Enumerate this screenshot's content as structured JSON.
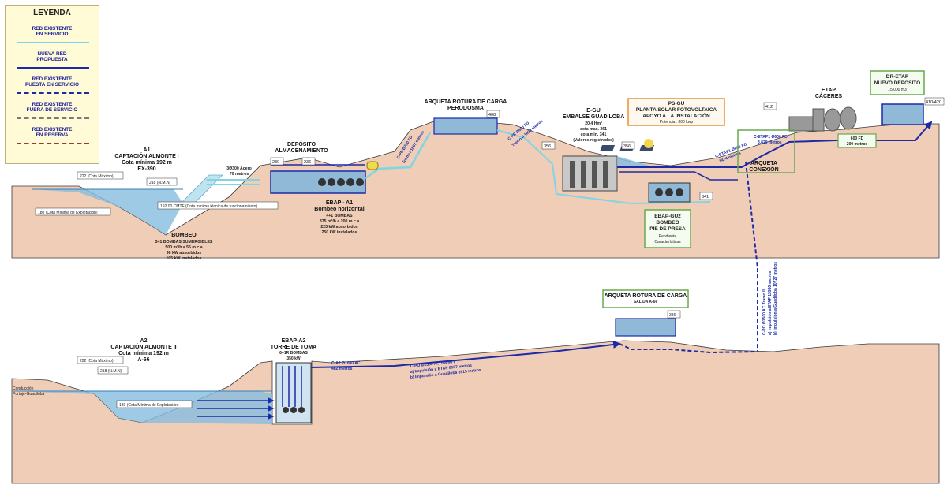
{
  "legend": {
    "title": "LEYENDA",
    "items": [
      {
        "label1": "RED EXISTENTE",
        "label2": "EN SERVICIO",
        "color": "#7fd4e6",
        "style": "solid"
      },
      {
        "label1": "NUEVA RED",
        "label2": "PROPUESTA",
        "color": "#1c2aa8",
        "style": "solid"
      },
      {
        "label1": "RED EXISTENTE",
        "label2": "PUESTA EN SERVICIO",
        "color": "#1c2aa8",
        "style": "dashed"
      },
      {
        "label1": "RED EXISTENTE",
        "label2": "FUERA DE SERVICIO",
        "color": "#7a7a7a",
        "style": "dashed"
      },
      {
        "label1": "RED EXISTENTE",
        "label2": "EN RESERVA",
        "color": "#9b3a2a",
        "style": "dashed"
      }
    ]
  },
  "colors": {
    "terrain": "#f0cdb6",
    "water": "#86bde0",
    "existing": "#7fd4e6",
    "proposed": "#1c2aa8",
    "box_green": "#6aa84f",
    "box_orange": "#e69138"
  },
  "top": {
    "a1": {
      "l1": "A1",
      "l2": "CAPTACIÓN ALMONTE I",
      "l3": "Cota mínima 192 m",
      "l4": "EX-390"
    },
    "cota_max": "222 (Cota Máximo)",
    "nmn": "218 (N.M.N)",
    "cota_min": "180 (Cota Mínima de Explotación)",
    "cmtf": "192.00 CMTF (Cota mínima técnica de funcionamiento)",
    "bombeo": {
      "title": "BOMBEO",
      "l1": "3+1 BOMBAS SUMERGIBLES",
      "l2": "500 m³/h a 55 m.c.a",
      "l3": "96 kW absorbidos",
      "l4": "105 kW instalados"
    },
    "acero": {
      "l1": "3Ø300 Acero",
      "l2": "70 metros"
    },
    "deposito": {
      "l1": "DEPÓSITO",
      "l2": "ALMACENAMIENTO"
    },
    "tag230": "230",
    "tag236": "236",
    "ebap_a1": {
      "title": "EBAP - A1",
      "l1": "Bombeo horizontal",
      "l2": "4+1 BOMBAS",
      "l3": "375 m³/h a 200 m.c.a",
      "l4": "223 kW absorbidos",
      "l5": "250 kW instalados"
    },
    "pipe1": {
      "l1": "C-PE Ø700 FD",
      "l2": "Tramo I 1697 metros"
    },
    "arqueta": {
      "l1": "ARQUETA ROTURA DE CARGA",
      "l2": "PERODOSMA"
    },
    "tag408": "408",
    "pipe2": {
      "l1": "C-PE Ø600 FD",
      "l2": "Tramo II 1600 metros"
    },
    "egu": {
      "l1": "E-GU",
      "l2": "EMBALSE GUADILOBA",
      "l3": "20,4 Hm³",
      "l4": "cota max. 361",
      "l5": "cota min. 341",
      "l6": "(Valores registrados)"
    },
    "tag356a": "356",
    "tag356b": "356",
    "tag341": "341",
    "psgu": {
      "l1": "PS-GU",
      "l2": "PLANTA SOLAR FOTOVOLTAICA",
      "l3": "APOYO A LA INSTALACIÓN",
      "l4": "Potencia : 800 kwp"
    },
    "ebap_gu2": {
      "l1": "EBAP-GU2",
      "l2": "BOMBEO",
      "l3": "PIE DE PRESA",
      "l4": "Pendiente",
      "l5": "Características"
    },
    "etap1": {
      "l1": "C-ETAP1 Ø600 FD",
      "l2": "1474 metros"
    },
    "etap2": {
      "l1": "C-ETAP1 Ø600 FD",
      "l2": "3.820 metros"
    },
    "tag412": "412",
    "etap_caceres": {
      "l1": "ETAP",
      "l2": "CÁCERES"
    },
    "arq_conexion": {
      "l1": "ARQUETA",
      "l2": "CONEXIÓN"
    },
    "fd600": {
      "l1": "600 FD",
      "l2": "200 metros"
    },
    "dretap": {
      "l1": "DR-ETAP",
      "l2": "NUEVO DEPÓSITO",
      "l3": "15.000 m3"
    },
    "tag410": "410/420"
  },
  "bottom": {
    "a2": {
      "l1": "A2",
      "l2": "CAPTACIÓN ALMONTE II",
      "l3": "Cota mínima 192 m",
      "l4": "A-66"
    },
    "cota_max": "222 (Cota Máximo)",
    "nmn": "218 (N.M.N)",
    "cota_min": "180 (Cota Mínima de Explotación)",
    "conduccion": {
      "l1": "Conducción",
      "l2": "Portaje-Guadiloba"
    },
    "ebap_a2": {
      "l1": "EBAP-A2",
      "l2": "TORRE DE TOMA",
      "l3": "6+1R BOMBAS",
      "l4": "350 kW"
    },
    "ca2": {
      "l1": "C-A2 Ø1000 AC",
      "l2": "482 metros"
    },
    "cpo": {
      "l1": "C-PO Ø1500 AC Tramo I",
      "l2": "a) Impulsión a ETAP 8597 metros",
      "l3": "b) Impulsión a Guadiloba 8515 metros"
    },
    "arqueta": {
      "l1": "ARQUETA ROTURA DE CARGA",
      "l2": "SALIDA A-66"
    },
    "tag386": "386",
    "vert": {
      "l1": "C-PO Ø1500 AC Tramo II",
      "l2": "a) Impulsión a ETAP 13930 metros",
      "l3": "b) Impulsión a Guadiloba 10727 metros"
    }
  }
}
